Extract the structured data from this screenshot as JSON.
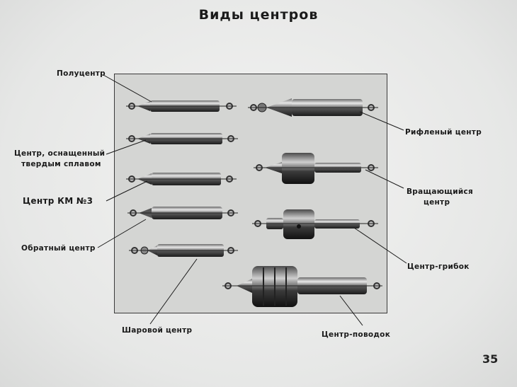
{
  "title": "Виды центров",
  "page_number": "35",
  "labels": {
    "polucentr": "Полуцентр",
    "tverdy_1": "Центр, оснащенный",
    "tverdy_2": "твердым сплавом",
    "km3": "Центр КМ №3",
    "obratny": "Обратный центр",
    "sharovoy": "Шаровой центр",
    "rifleny": "Рифленый центр",
    "vrash_1": "Вращающийся",
    "vrash_2": "центр",
    "gribok": "Центр-грибок",
    "povodok": "Центр-поводок"
  }
}
